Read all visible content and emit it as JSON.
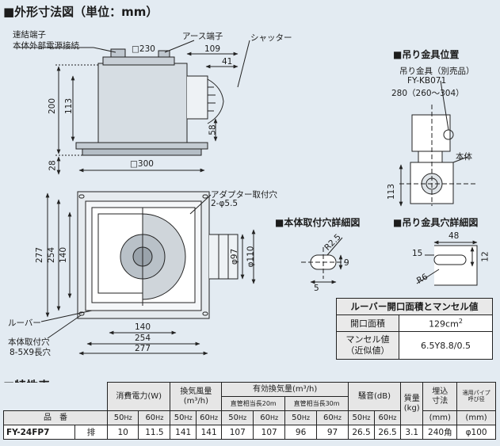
{
  "section_dimensions": {
    "title": "■外形寸法図（単位：mm）",
    "side_view": {
      "connection_terminal": "速結端子",
      "power_connection": "本体外部電源接続",
      "earth_terminal": "アース端子",
      "shutter": "シャッター",
      "d_230": "□230",
      "d_109": "109",
      "d_41": "41",
      "d_200": "200",
      "d_113": "113",
      "d_58": "58",
      "d_28": "28",
      "d_300": "□300"
    },
    "bottom_view": {
      "adapter_hole": "アダプター取付穴",
      "adapter_hole_size": "2-φ5.5",
      "louver": "ルーバー",
      "mount_hole": "本体取付穴",
      "mount_hole_size": "8-5X9長穴",
      "d_277v": "277",
      "d_254v": "254",
      "d_140v": "140",
      "d_140h": "140",
      "d_254h": "254",
      "d_277h": "277",
      "d_97": "φ97",
      "d_110": "φ110"
    },
    "bracket_position": {
      "title": "■吊り金具位置",
      "bracket": "吊り金具（別売品）",
      "model": "FY-KB071",
      "size": "280（260〜304）",
      "body": "本体",
      "d_113": "113"
    },
    "body_hole_detail": {
      "title": "■本体取付穴詳細図",
      "r": "R2.5",
      "d9": "9",
      "d5": "5"
    },
    "bracket_hole_detail": {
      "title": "■吊り金具穴詳細図",
      "d48": "48",
      "d15": "15",
      "d12": "12",
      "r6": "R6"
    }
  },
  "louver_table": {
    "title": "ルーバー開口面積とマンセル値",
    "rows": [
      {
        "label": "開口面積",
        "value_main": "129cm",
        "value_sup": "2"
      },
      {
        "label": "マンセル値",
        "label2": "（近似値）",
        "value_main": "6.5Y8.8/0.5",
        "value_sup": ""
      }
    ]
  },
  "spec": {
    "title": "■特性表",
    "headers": {
      "power": "消費電力(W)",
      "airflow": "換気風量",
      "airflow_unit": "(m³/h)",
      "effective": "有効換気量(m³/h)",
      "duct20": "直管相当長20m",
      "duct30": "直管相当長30m",
      "noise": "騒音(dB)",
      "mass": "質量",
      "mass_unit": "(kg)",
      "embed": "埋込",
      "embed2": "寸法",
      "embed_unit": "(mm)",
      "pipe": "適用パイプ",
      "pipe2": "呼び径",
      "pipe_unit": "(mm)",
      "product": "品　番"
    },
    "hz50": "50",
    "hz60": "60",
    "hz": "Hz",
    "row": {
      "model": "FY-24FP7",
      "type": "排",
      "values": [
        "10",
        "11.5",
        "141",
        "141",
        "107",
        "107",
        "96",
        "97",
        "26.5",
        "26.5",
        "3.1",
        "240角",
        "φ100"
      ]
    }
  }
}
